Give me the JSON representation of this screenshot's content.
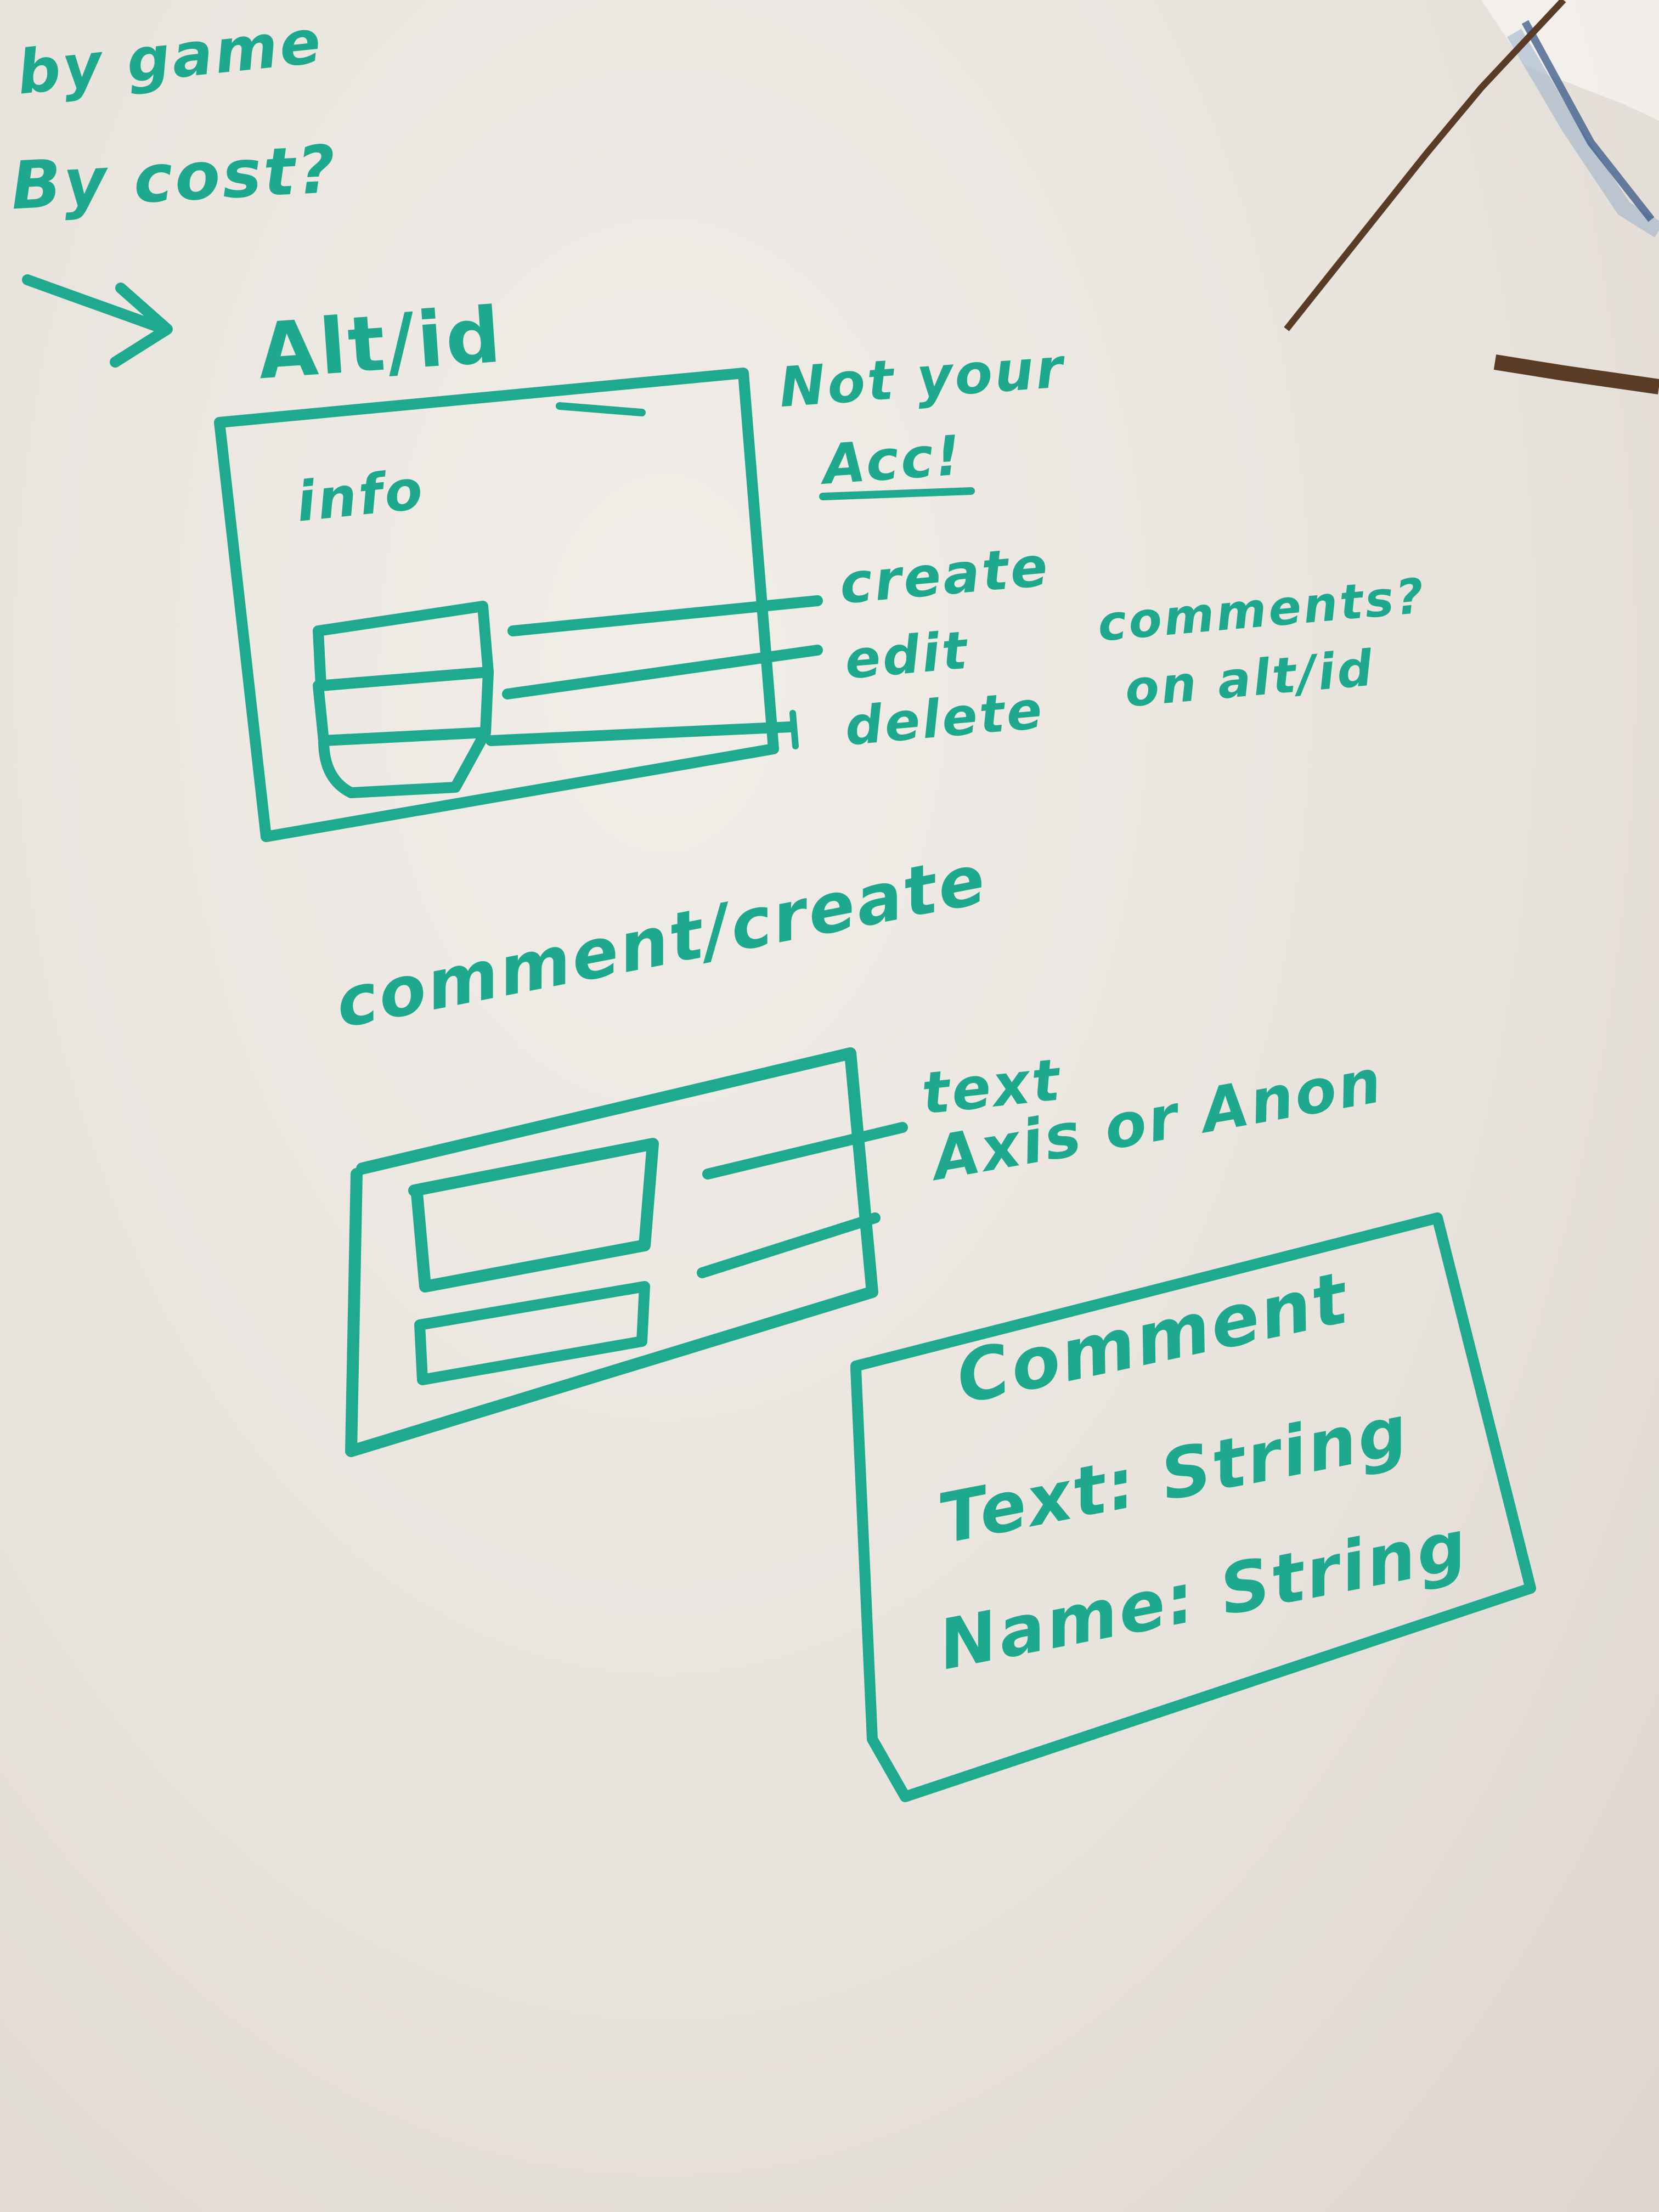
{
  "top_notes": [
    "by game",
    "By cost?"
  ],
  "alt_id_screen": {
    "title": "Alt/id",
    "content_label": "info",
    "warning": [
      "Not your",
      "Acc!"
    ],
    "actions": [
      "create",
      "edit",
      "delete"
    ],
    "side_note": [
      "comments?",
      "on alt/id"
    ]
  },
  "comment_create_screen": {
    "title": "comment/create",
    "fields": [
      "text",
      "Axis or Anon"
    ]
  },
  "comment_model": {
    "name": "Comment",
    "properties": [
      "Text: String",
      "Name: String"
    ]
  },
  "colors": {
    "marker": "#1fa98f",
    "board": "#ebe6e0"
  }
}
